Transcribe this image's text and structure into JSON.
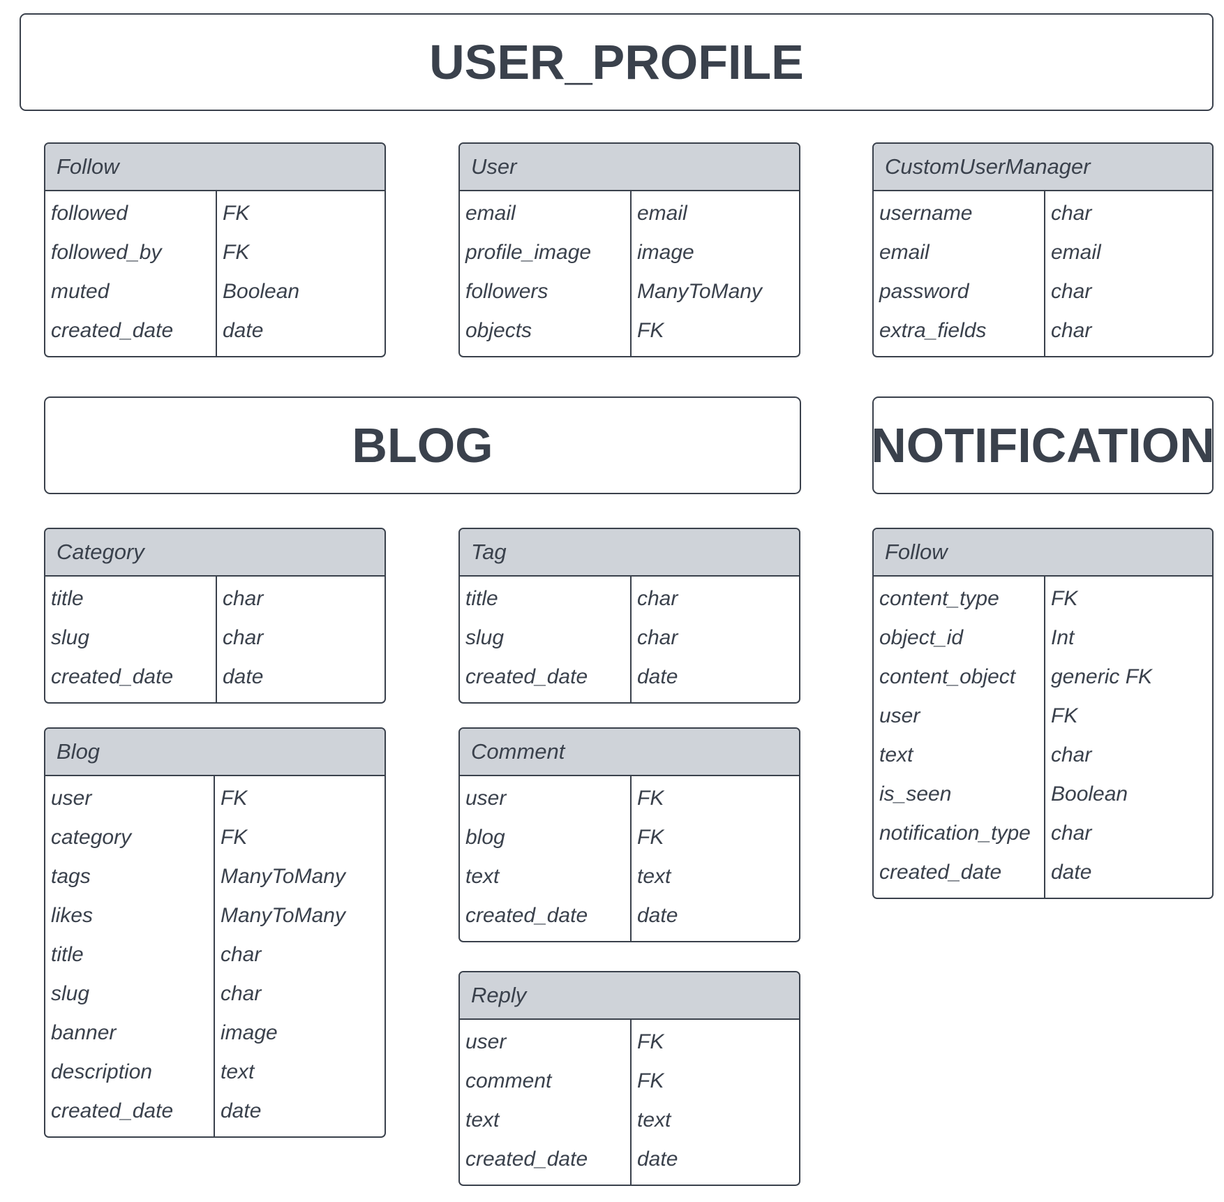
{
  "sections": {
    "user_profile": "USER_PROFILE",
    "blog": "BLOG",
    "notification": "NOTIFICATION"
  },
  "entities": {
    "up_follow": {
      "name": "Follow",
      "fields": [
        {
          "name": "followed",
          "type": "FK"
        },
        {
          "name": "followed_by",
          "type": "FK"
        },
        {
          "name": "muted",
          "type": "Boolean"
        },
        {
          "name": "created_date",
          "type": "date"
        }
      ]
    },
    "user": {
      "name": "User",
      "fields": [
        {
          "name": "email",
          "type": "email"
        },
        {
          "name": "profile_image",
          "type": "image"
        },
        {
          "name": "followers",
          "type": "ManyToMany"
        },
        {
          "name": "objects",
          "type": "FK"
        }
      ]
    },
    "custom_user_manager": {
      "name": "CustomUserManager",
      "fields": [
        {
          "name": "username",
          "type": "char"
        },
        {
          "name": "email",
          "type": "email"
        },
        {
          "name": "password",
          "type": "char"
        },
        {
          "name": "extra_fields",
          "type": "char"
        }
      ]
    },
    "category": {
      "name": "Category",
      "fields": [
        {
          "name": "title",
          "type": "char"
        },
        {
          "name": "slug",
          "type": "char"
        },
        {
          "name": "created_date",
          "type": "date"
        }
      ]
    },
    "tag": {
      "name": "Tag",
      "fields": [
        {
          "name": "title",
          "type": "char"
        },
        {
          "name": "slug",
          "type": "char"
        },
        {
          "name": "created_date",
          "type": "date"
        }
      ]
    },
    "blog": {
      "name": "Blog",
      "fields": [
        {
          "name": "user",
          "type": "FK"
        },
        {
          "name": "category",
          "type": "FK"
        },
        {
          "name": "tags",
          "type": "ManyToMany"
        },
        {
          "name": "likes",
          "type": "ManyToMany"
        },
        {
          "name": "title",
          "type": "char"
        },
        {
          "name": "slug",
          "type": "char"
        },
        {
          "name": "banner",
          "type": "image"
        },
        {
          "name": "description",
          "type": "text"
        },
        {
          "name": "created_date",
          "type": "date"
        }
      ]
    },
    "comment": {
      "name": "Comment",
      "fields": [
        {
          "name": "user",
          "type": "FK"
        },
        {
          "name": "blog",
          "type": "FK"
        },
        {
          "name": "text",
          "type": "text"
        },
        {
          "name": "created_date",
          "type": "date"
        }
      ]
    },
    "reply": {
      "name": "Reply",
      "fields": [
        {
          "name": "user",
          "type": "FK"
        },
        {
          "name": "comment",
          "type": "FK"
        },
        {
          "name": "text",
          "type": "text"
        },
        {
          "name": "created_date",
          "type": "date"
        }
      ]
    },
    "notif_follow": {
      "name": "Follow",
      "fields": [
        {
          "name": "content_type",
          "type": "FK"
        },
        {
          "name": "object_id",
          "type": "Int"
        },
        {
          "name": "content_object",
          "type": "generic FK"
        },
        {
          "name": "user",
          "type": "FK"
        },
        {
          "name": "text",
          "type": "char"
        },
        {
          "name": "is_seen",
          "type": "Boolean"
        },
        {
          "name": "notification_type",
          "type": "char"
        },
        {
          "name": "created_date",
          "type": "date"
        }
      ]
    }
  }
}
